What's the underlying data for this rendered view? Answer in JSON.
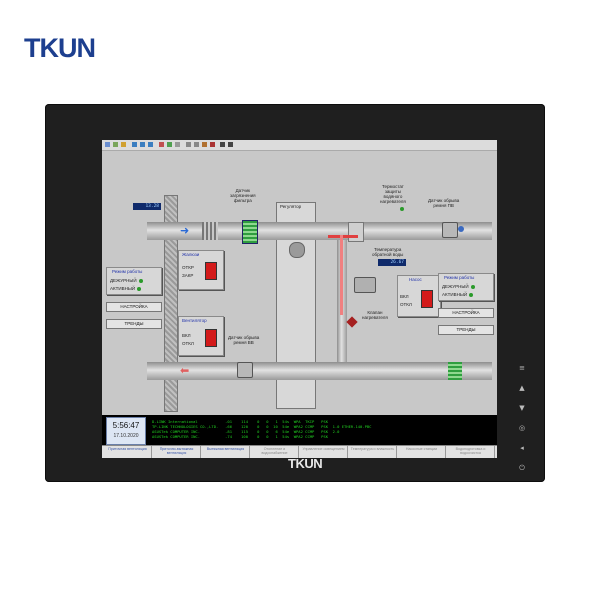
{
  "brand": {
    "logo": "TKUN",
    "bezel_logo": "TKUN",
    "color": "#1d3f8f"
  },
  "displays": {
    "top_left": "13.28",
    "water_temp": "26.67"
  },
  "labels": {
    "filter_sensor": "Датчик\nзагрязнения\nфильтра",
    "regulator": "Регулятор",
    "thermostat": "Термостат\nзащиты\nводяного\nнагревателя",
    "break_sensor_pv": "Датчик обрыва\nремня ПВ",
    "water_temp_label": "Температура\nобратной воды",
    "valve": "Клапан\nнагревателя",
    "break_sensor_vv": "Датчик обрыва\nремня ВВ"
  },
  "left_mode": {
    "title": "Режим работы",
    "item1": "ДЕЖУРНЫЙ",
    "item2": "АКТИВНЫЙ",
    "settings": "НАСТРОЙКА",
    "trends": "ТРЕНДЫ"
  },
  "right_mode": {
    "title": "Режим работы",
    "item1": "ДЕЖУРНЫЙ",
    "item2": "АКТИВНЫЙ",
    "settings": "НАСТРОЙКА",
    "trends": "ТРЕНДЫ"
  },
  "damper": {
    "title": "Жалюзи",
    "open": "ОТКР",
    "close": "ЗАКР"
  },
  "fan": {
    "title": "Вентилятор",
    "on": "ВКЛ",
    "off": "ОТКЛ"
  },
  "pump": {
    "title": "Насос",
    "on": "ВКЛ",
    "off": "ОТКЛ"
  },
  "clock": {
    "time": "5:56:47",
    "date": "17.10.2020"
  },
  "terminal": {
    "lines": [
      "D-LINK International            -01    114    0   0   1  54s  WPA  TKIP   PSK",
      "TP-LINK TECHNOLOGIES CO.,LTD.   -66    120    0   0  10  54e  WPA2 CCMP   PSK  1.0 ETHER.140.PBC",
      "ASUSTek COMPUTER INC.           -81    115    0   0   6  54e  WPA2 CCMP   PSK  2.0",
      "ASUSTek COMPUTER INC.           -74    100    0   0   1  54s  WPA2 CCMP   PSK"
    ]
  },
  "tabs": [
    "Приточная вентиляция",
    "Приточно-вытяжная вентиляция",
    "Вытяжная вентиляция",
    "Отопление и водоснабжение",
    "Управление освещением",
    "Температура и влажность",
    "Насосные станции",
    "Водоподготовка и водоочистка"
  ]
}
